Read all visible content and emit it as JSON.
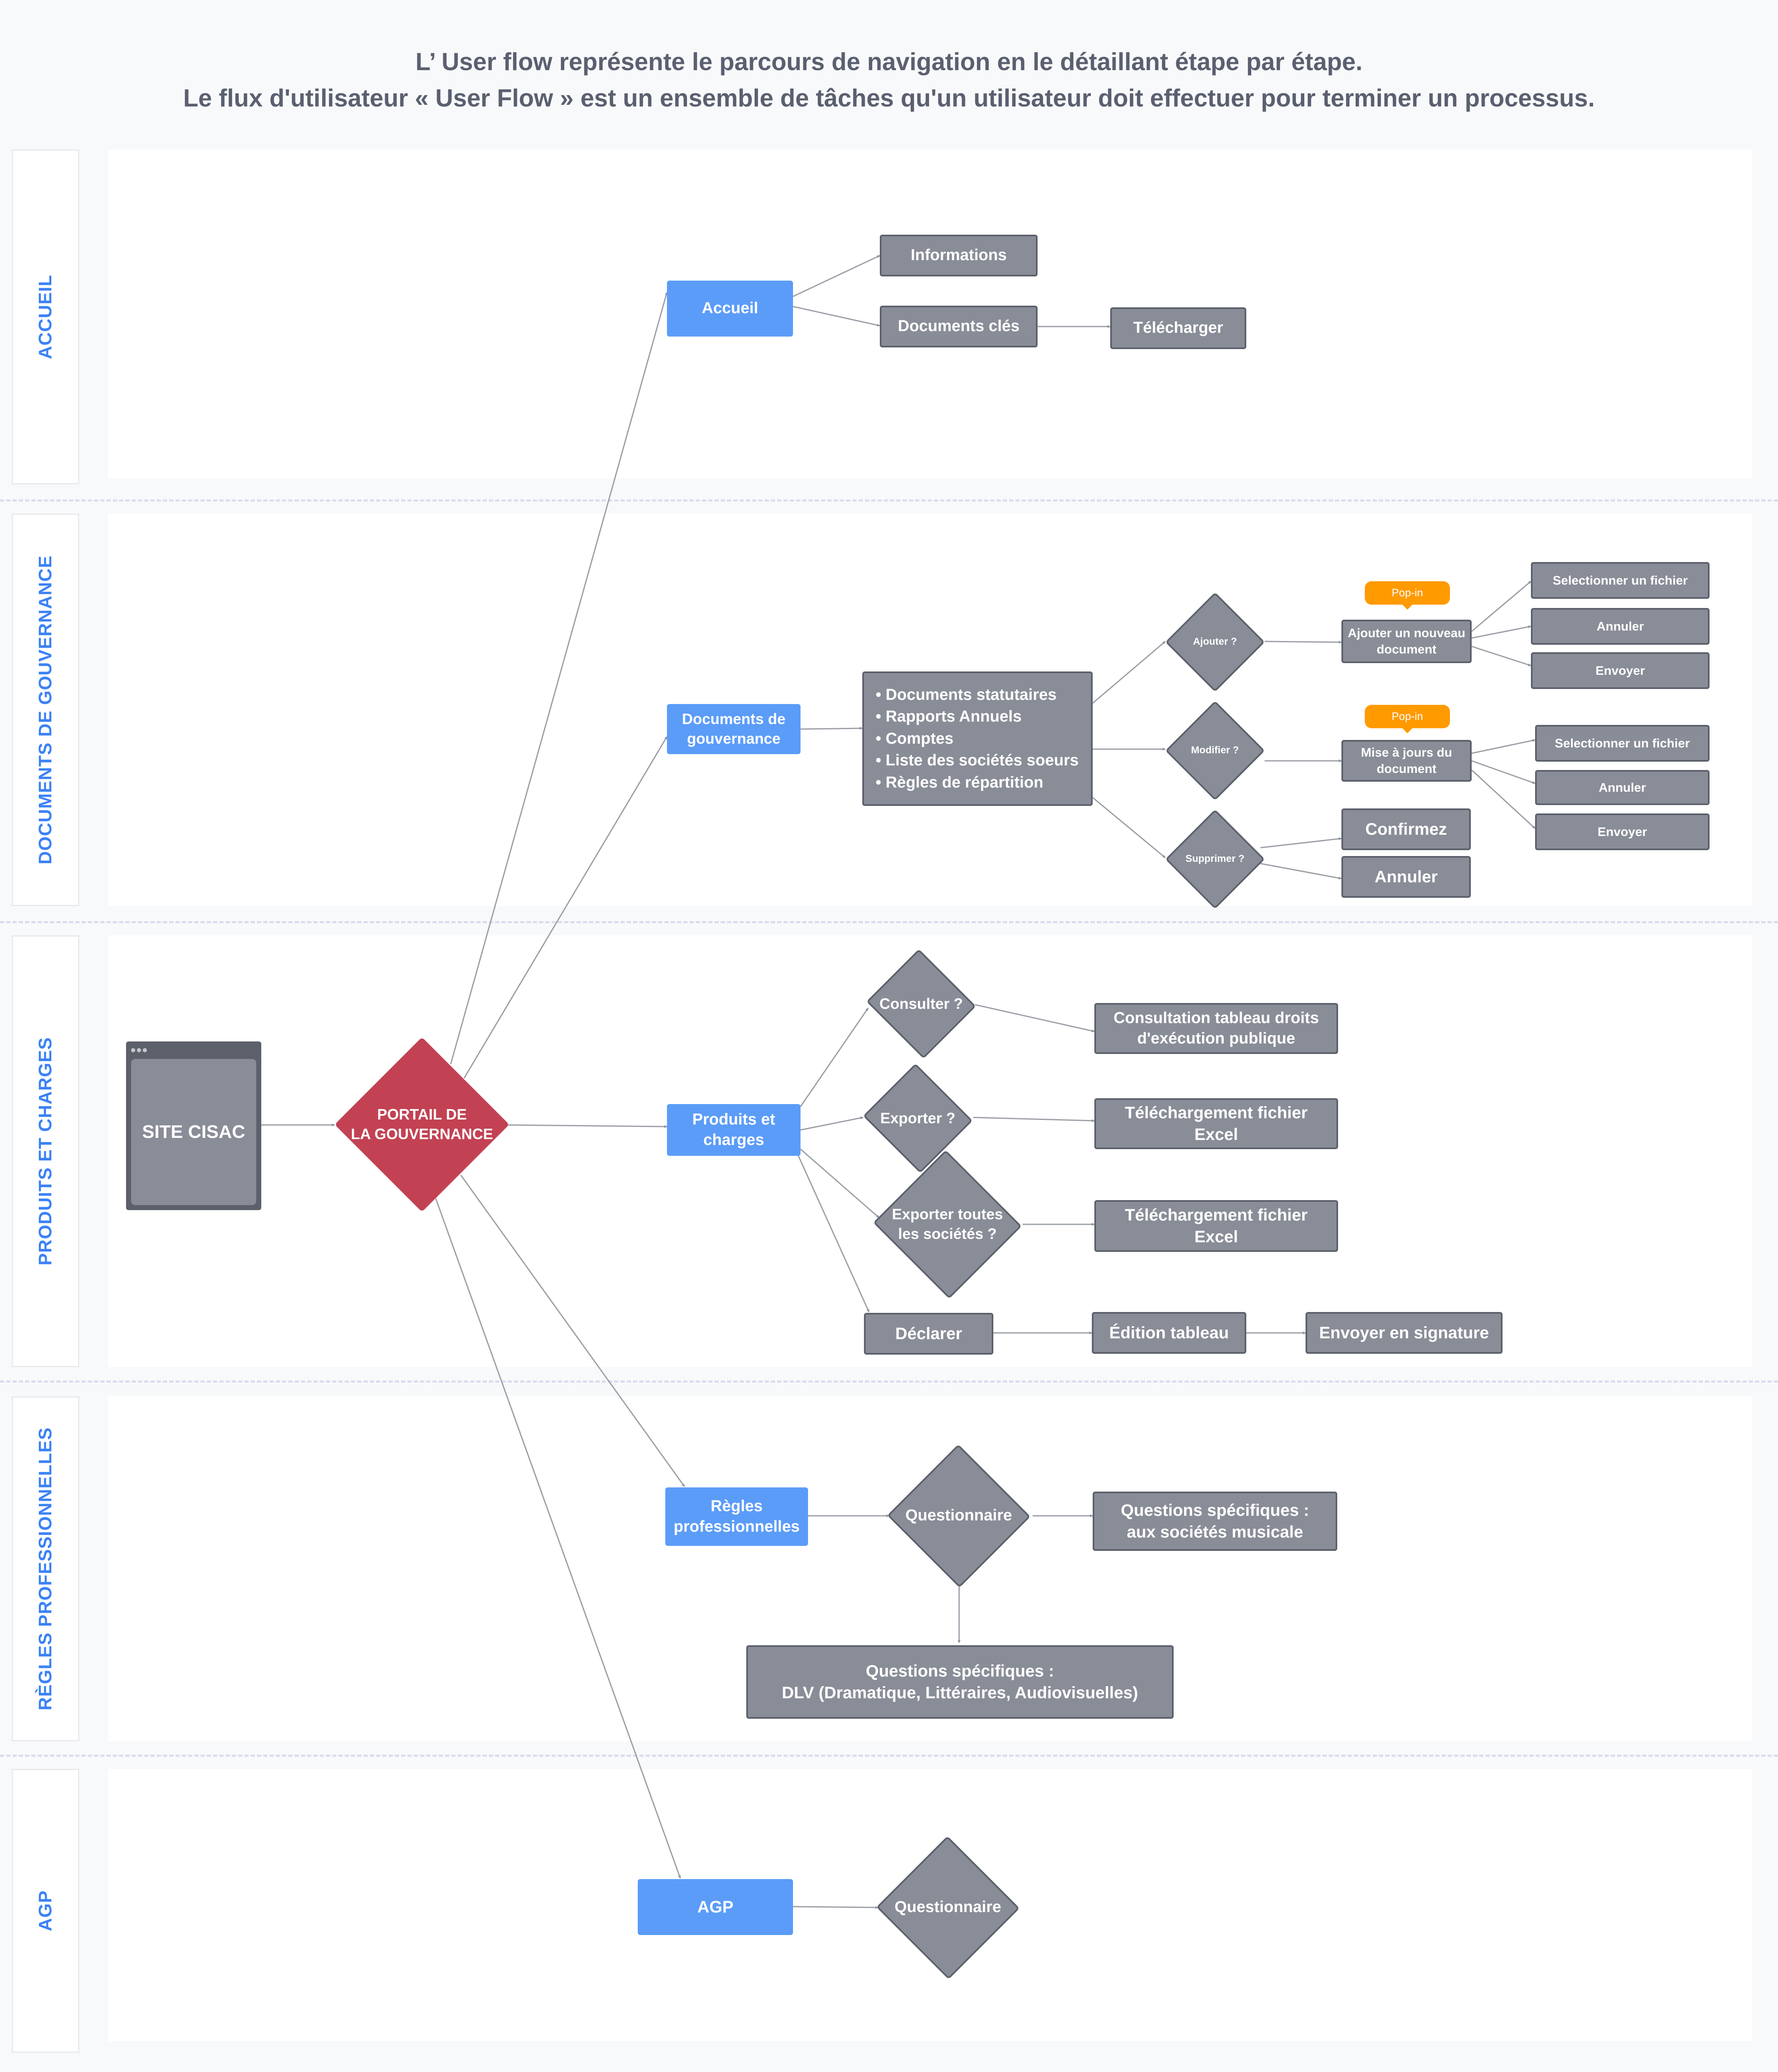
{
  "header": {
    "line1": "L’ User flow représente le parcours de navigation en le détaillant étape par étape.",
    "line2": "Le flux d'utilisateur « User Flow » est un ensemble de tâches qu'un utilisateur doit effectuer pour terminer un processus."
  },
  "lanes": {
    "accueil": "ACCUEIL",
    "documents": "DOCUMENTS DE GOUVERNANCE",
    "produits": "PRODUITS ET CHARGES",
    "regles": "RÈGLES PROFESSIONNELLES",
    "agp": "AGP"
  },
  "nodes": {
    "site_cisac": "SITE CISAC",
    "portail_l1": "PORTAIL DE",
    "portail_l2": "LA GOUVERNANCE",
    "accueil": "Accueil",
    "informations": "Informations",
    "documents_cles": "Documents clés",
    "telecharger": "Télécharger",
    "docs_gouv_l1": "Documents de",
    "docs_gouv_l2": "gouvernance",
    "doc_list": [
      "• Documents statutaires",
      "• Rapports Annuels",
      "• Comptes",
      "• Liste des sociétés soeurs",
      "• Règles de répartition"
    ],
    "ajouter_q": "Ajouter ?",
    "modifier_q": "Modifier ?",
    "supprimer_q": "Supprimer ?",
    "popin_1": "Pop-in",
    "popin_2": "Pop-in",
    "ajouter_doc_l1": "Ajouter un nouveau",
    "ajouter_doc_l2": "document",
    "maj_doc_l1": "Mise à jours du",
    "maj_doc_l2": "document",
    "selectionner_1": "Selectionner un fichier",
    "annuler_1": "Annuler",
    "envoyer_1": "Envoyer",
    "selectionner_2": "Selectionner un fichier",
    "annuler_2": "Annuler",
    "envoyer_2": "Envoyer",
    "confirmez": "Confirmez",
    "annuler_3": "Annuler",
    "produits_l1": "Produits et",
    "produits_l2": "charges",
    "consulter_q": "Consulter ?",
    "exporter_q": "Exporter ?",
    "exporter_toutes_l1": "Exporter toutes",
    "exporter_toutes_l2": "les sociétés ?",
    "declarer": "Déclarer",
    "consultation_l1": "Consultation tableau droits",
    "consultation_l2": "d'exécution publique",
    "telechargement_1_l1": "Téléchargement fichier",
    "telechargement_1_l2": "Excel",
    "telechargement_2_l1": "Téléchargement fichier",
    "telechargement_2_l2": "Excel",
    "edition": "Édition tableau",
    "signature": "Envoyer en signature",
    "regles_l1": "Règles",
    "regles_l2": "professionnelles",
    "questionnaire_1": "Questionnaire",
    "questions_musicale_l1": "Questions spécifiques :",
    "questions_musicale_l2": "aux sociétés musicale",
    "questions_dlv_l1": "Questions spécifiques :",
    "questions_dlv_l2": "DLV  (Dramatique, Littéraires, Audiovisuelles)",
    "agp": "AGP",
    "questionnaire_2": "Questionnaire"
  },
  "colors": {
    "node_gray": "#898d97",
    "node_border": "#5c606b",
    "node_blue": "#5b9cf8",
    "portal_red": "#c24253",
    "popin_orange": "#ff9a00",
    "lane_label": "#3b82f6",
    "edge": "#9a9ea6"
  }
}
